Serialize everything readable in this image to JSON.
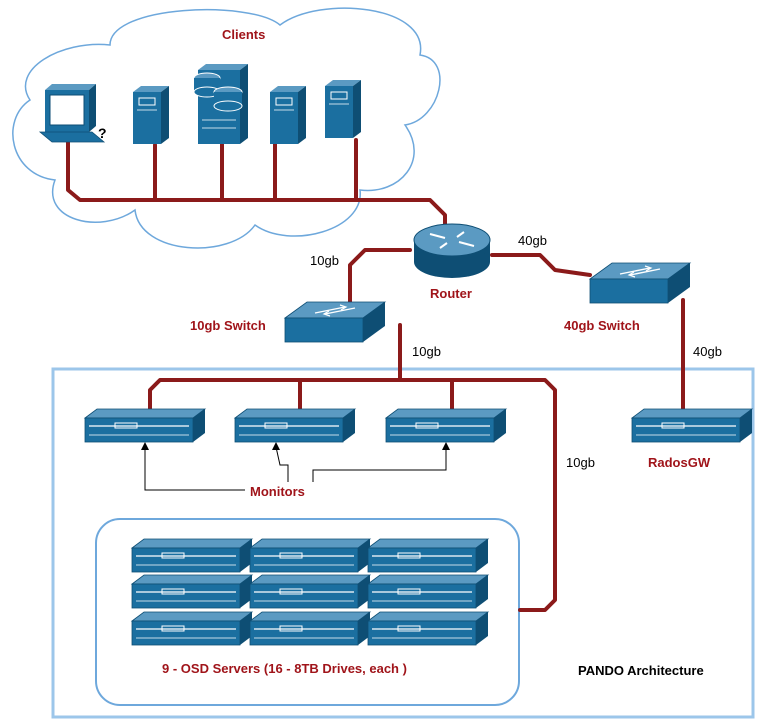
{
  "labels": {
    "clients": "Clients",
    "router": "Router",
    "switch_10gb": "10gb Switch",
    "switch_40gb": "40gb Switch",
    "radosgw": "RadosGW",
    "monitors": "Monitors",
    "osd_servers": "9 - OSD Servers  (16 - 8TB Drives, each )",
    "architecture_title": "PANDO Architecture"
  },
  "links": {
    "router_to_10gb_switch": "10gb",
    "router_to_40gb_switch": "40gb",
    "switch_10gb_to_servers": "10gb",
    "switch_40gb_to_radosgw": "40gb",
    "osd_uplink": "10gb"
  },
  "colors": {
    "link": "#8b1a1a",
    "device": "#1b6fa0",
    "device_dark": "#0e4e74",
    "cloud_border": "#6ea8dc",
    "frame_border": "#9cc6ea",
    "label_red": "#a0141a"
  }
}
